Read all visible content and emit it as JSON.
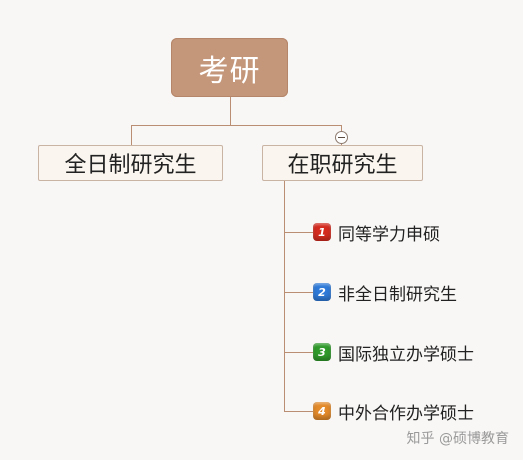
{
  "root": {
    "label": "考研"
  },
  "branches": [
    {
      "label": "全日制研究生"
    },
    {
      "label": "在职研究生"
    }
  ],
  "sub_items": [
    {
      "badge": "1",
      "label": "同等学力申硕",
      "color": "#d42a1e"
    },
    {
      "badge": "2",
      "label": "非全日制研究生",
      "color": "#2f7ad8"
    },
    {
      "badge": "3",
      "label": "国际独立办学硕士",
      "color": "#2f9a2a"
    },
    {
      "badge": "4",
      "label": "中外合作办学硕士",
      "color": "#e38a2a"
    }
  ],
  "colors": {
    "root_fill": "#c4967a",
    "node_fill": "#faf5ee",
    "connector": "#b98e72",
    "background": "#f8f7f5"
  },
  "watermark": "知乎 @硕博教育"
}
